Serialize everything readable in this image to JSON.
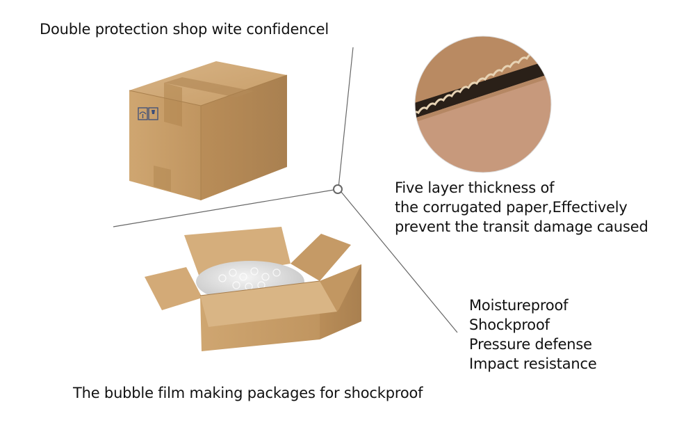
{
  "headline": "Double protection shop wite confidencel",
  "corrugated_text": [
    "Five layer thickness of",
    "the corrugated paper,Effectively",
    "prevent the transit damage caused"
  ],
  "features": [
    "Moistureproof",
    "Shockproof",
    "Pressure defense",
    "Impact resistance"
  ],
  "bubble_caption": "The bubble film making packages for shockproof",
  "colors": {
    "cardboard": "#c9a06c",
    "cardboard_dark": "#a77c49",
    "line": "#555555"
  }
}
